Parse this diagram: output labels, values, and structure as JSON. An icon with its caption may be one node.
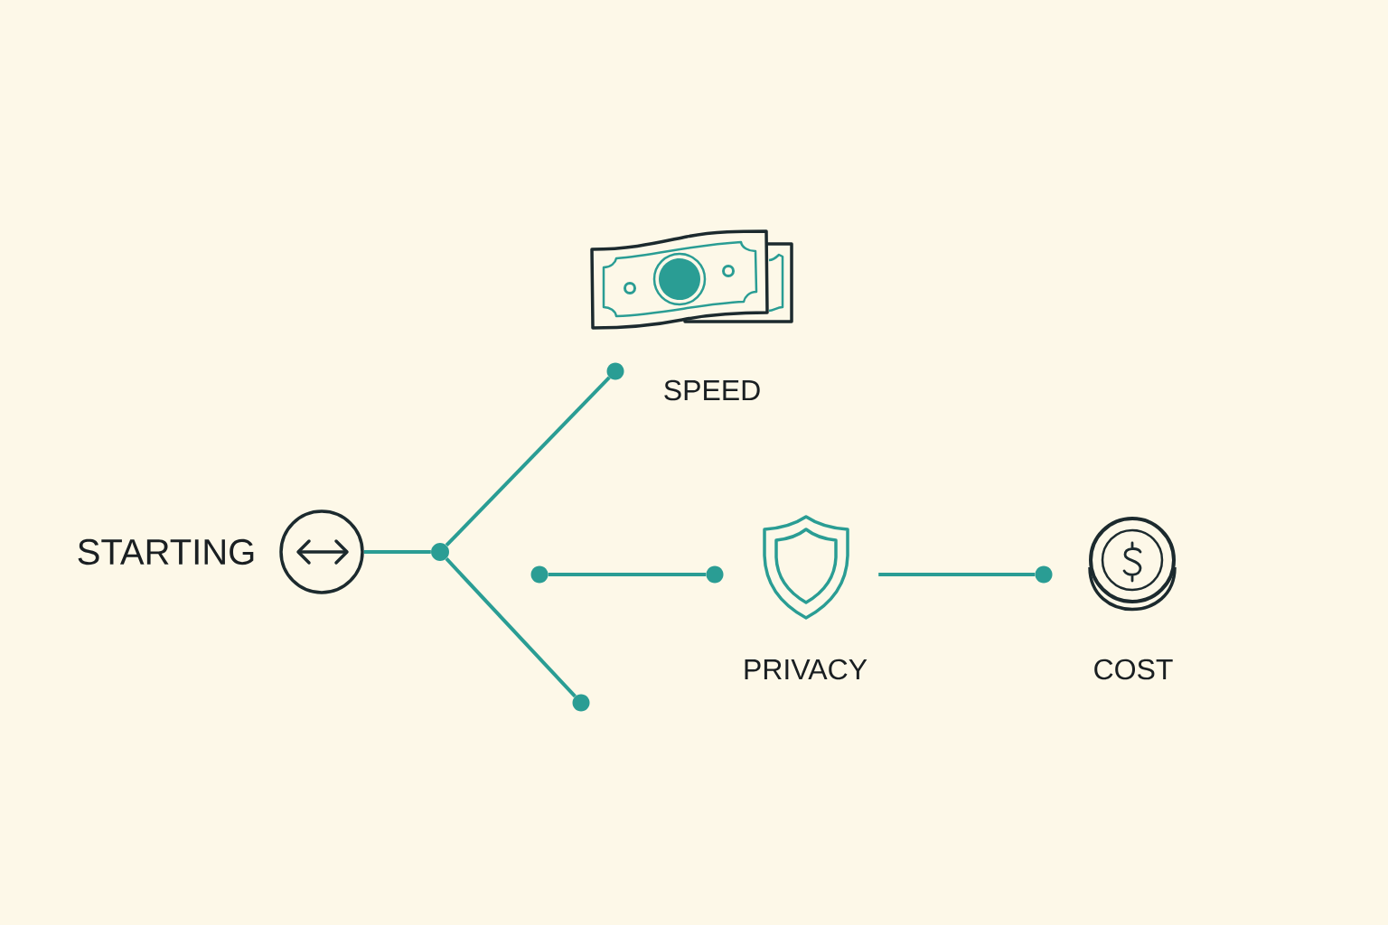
{
  "diagram": {
    "nodes": [
      {
        "text": [],
        "shape": "circle",
        "beside": [
          "STARTING"
        ]
      },
      {
        "text": [],
        "shape": "dot"
      },
      {
        "text": [],
        "shape": "dot"
      },
      {
        "text": [],
        "shape": "dot"
      },
      {
        "text": [],
        "shape": "picture",
        "beside": [
          "SPEED"
        ]
      },
      {
        "text": [],
        "shape": "dot"
      },
      {
        "text": [],
        "shape": "dot"
      },
      {
        "text": [],
        "shape": "picture",
        "beside": [
          "PRIVACY"
        ]
      },
      {
        "text": [],
        "shape": "dot"
      },
      {
        "text": [],
        "shape": "picture",
        "beside": [
          "COST"
        ]
      }
    ],
    "edges": [
      {
        "from": 0,
        "to": 1,
        "arrow": "none"
      },
      {
        "from": 1,
        "to": 2,
        "arrow": "none"
      },
      {
        "from": 1,
        "to": 3,
        "arrow": "none"
      },
      {
        "from": 5,
        "to": 6,
        "arrow": "none"
      },
      {
        "from": 7,
        "to": 8,
        "arrow": "none"
      }
    ]
  }
}
